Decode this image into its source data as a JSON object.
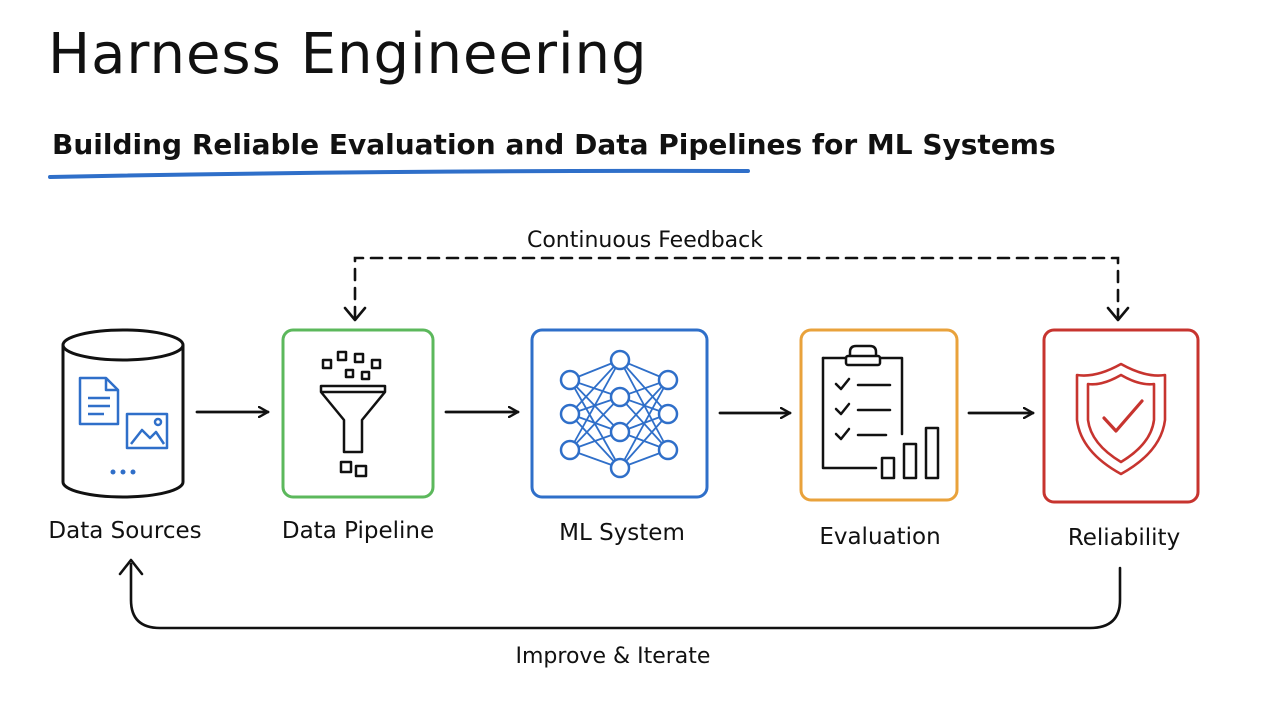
{
  "header": {
    "title": "Harness Engineering",
    "subtitle": "Building Reliable Evaluation and Data Pipelines for ML Systems"
  },
  "colors": {
    "ink": "#111111",
    "underline": "#2f6fc9",
    "data_pipeline": "#5cb85c",
    "ml_system": "#2f6fc9",
    "evaluation": "#e9a23b",
    "reliability": "#c7342f"
  },
  "stages": [
    {
      "label": "Data Sources",
      "icon": "database-icon"
    },
    {
      "label": "Data Pipeline",
      "icon": "funnel-icon"
    },
    {
      "label": "ML System",
      "icon": "neural-network-icon"
    },
    {
      "label": "Evaluation",
      "icon": "clipboard-chart-icon"
    },
    {
      "label": "Reliability",
      "icon": "shield-check-icon"
    }
  ],
  "loops": {
    "top": "Continuous Feedback",
    "bottom": "Improve & Iterate"
  }
}
